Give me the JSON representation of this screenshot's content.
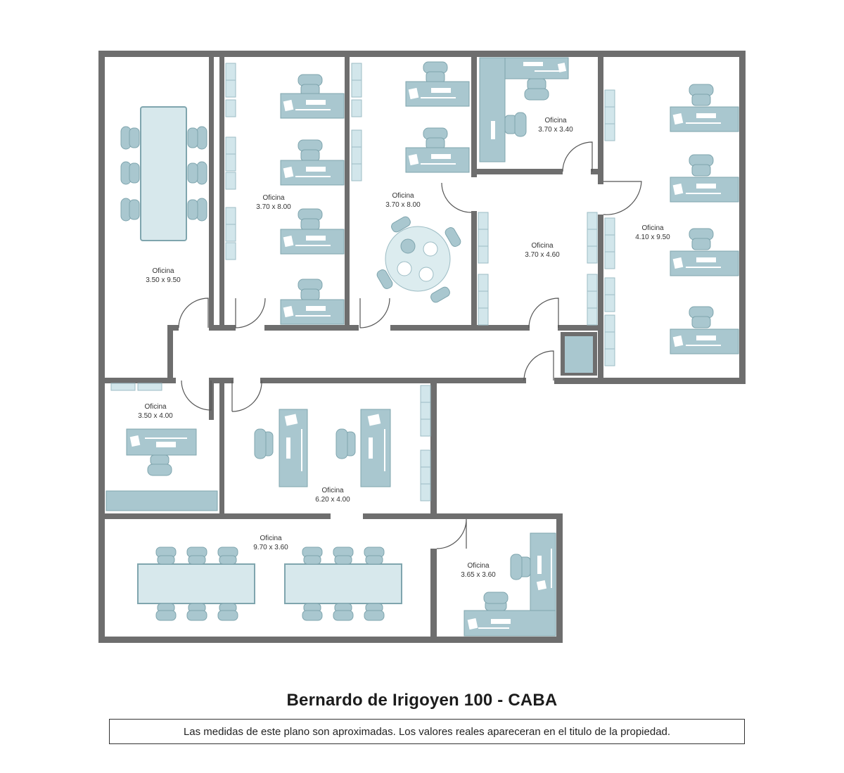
{
  "plan": {
    "title": "Bernardo de Irigoyen 100 - CABA",
    "note": "Las medidas de este plano son aproximadas. Los valores reales apareceran en el titulo de la propiedad.",
    "colors": {
      "wall": "#6e6e6e",
      "furniture": "#a9c7cf",
      "table": "#d7e8ec"
    },
    "rooms": [
      {
        "name": "Oficina",
        "size": "3.50 x 9.50"
      },
      {
        "name": "Oficina",
        "size": "3.70 x 8.00"
      },
      {
        "name": "Oficina",
        "size": "3.70 x 8.00"
      },
      {
        "name": "Oficina",
        "size": "3.70 x 3.40"
      },
      {
        "name": "Oficina",
        "size": "3.70 x 4.60"
      },
      {
        "name": "Oficina",
        "size": "4.10 x 9.50"
      },
      {
        "name": "Oficina",
        "size": "3.50 x 4.00"
      },
      {
        "name": "Oficina",
        "size": "6.20 x 4.00"
      },
      {
        "name": "Oficina",
        "size": "9.70 x 3.60"
      },
      {
        "name": "Oficina",
        "size": "3.65 x 3.60"
      }
    ]
  }
}
